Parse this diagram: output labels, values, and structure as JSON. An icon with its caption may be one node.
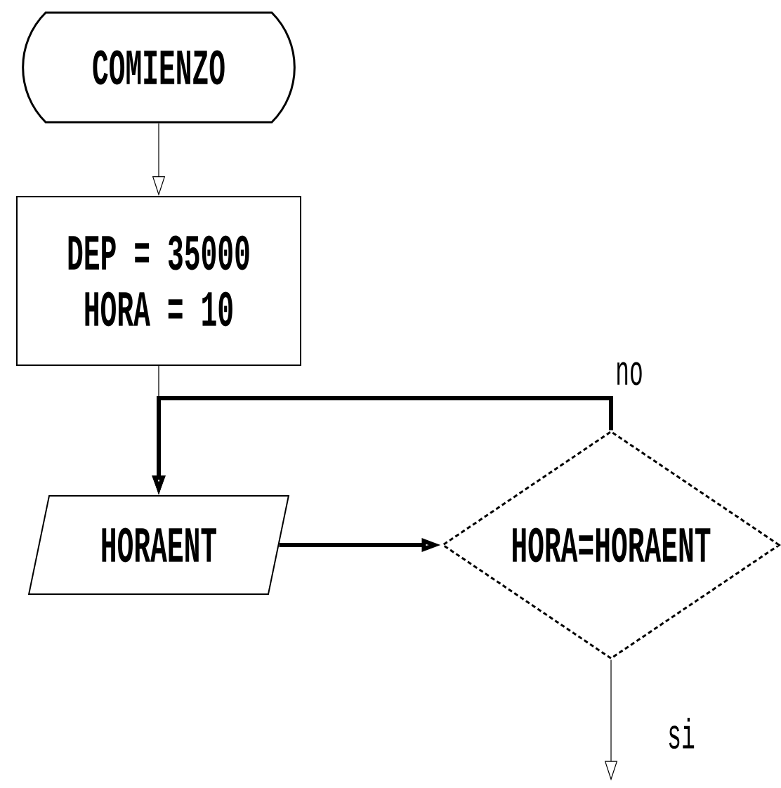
{
  "diagram": {
    "nodes": [
      {
        "text": [
          "COMIENZO"
        ]
      },
      {
        "text": [
          "DEP = 35000 HORA = 10"
        ]
      },
      {
        "text": [
          "HORAENT"
        ]
      },
      {
        "text": [
          "HORA=HORAENT"
        ]
      }
    ],
    "edges": [
      {
        "from": 0,
        "to": 1,
        "arrow": "to"
      },
      {
        "from": 1,
        "to": 2,
        "arrow": "to"
      },
      {
        "from": 2,
        "to": 3,
        "arrow": "to",
        "style": "thick"
      },
      {
        "from": 3,
        "to": 2,
        "arrow": "to",
        "label": "no",
        "style": "thick"
      },
      {
        "from": 3,
        "to": null,
        "arrow": "to",
        "label": "si"
      }
    ]
  }
}
